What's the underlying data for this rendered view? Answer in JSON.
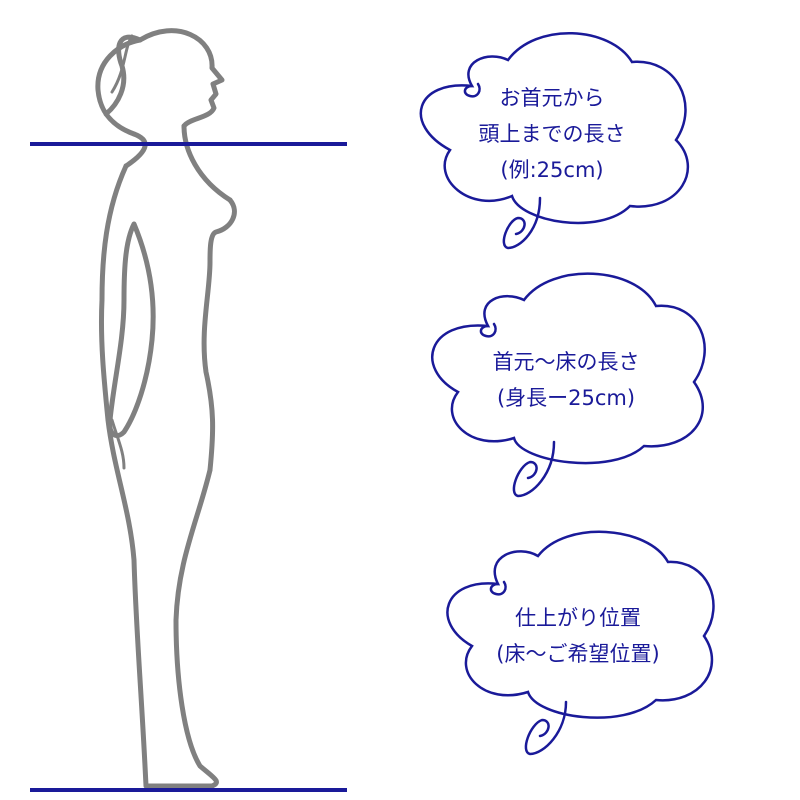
{
  "colors": {
    "accent": "#1a1a99",
    "figure": "#808080",
    "background": "#ffffff"
  },
  "bubbles": [
    {
      "lines": [
        "お首元から",
        "頭上までの長さ",
        "(例:25cm)"
      ]
    },
    {
      "lines": [
        "首元〜床の長さ",
        "(身長ー25cm)"
      ]
    },
    {
      "lines": [
        "仕上がり位置",
        "(床〜ご希望位置)"
      ]
    }
  ]
}
